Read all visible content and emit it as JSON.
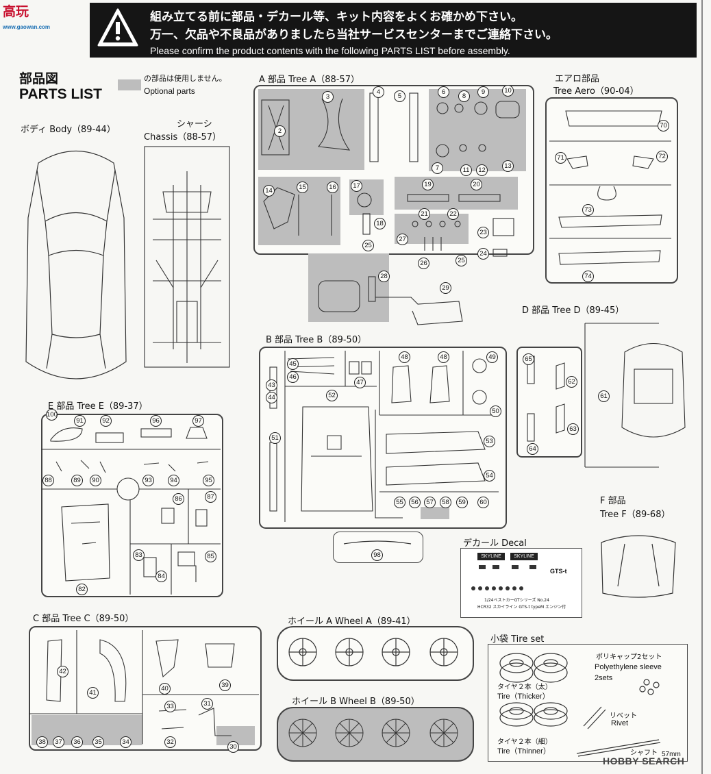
{
  "watermark_top": "高玩",
  "watermark_top_url": "www.gaowan.com",
  "banner": {
    "line1": "組み立てる前に部品・デカール等、キット内容をよくお確かめ下さい。",
    "line2": "万一、欠品や不良品がありましたら当社サービスセンターまでご連絡下さい。",
    "line3": "Please confirm the product contents with the following PARTS LIST before assembly."
  },
  "header": {
    "title_jp": "部品図",
    "title_en": "PARTS LIST",
    "optional_jp": "の部品は使用しません。",
    "optional_en": "Optional parts"
  },
  "trees": {
    "body": "ボディ Body（89-44）",
    "chassis_jp": "シャーシ",
    "chassis": "Chassis（88-57）",
    "a": "A 部品 Tree A（88-57）",
    "aero_jp": "エアロ部品",
    "aero": "Tree Aero（90-04）",
    "b": "B 部品 Tree B（89-50）",
    "d": "D 部品 Tree D（89-45）",
    "e": "E 部品 Tree E（89-37）",
    "f_jp": "F 部品",
    "f": "Tree F（89-68）",
    "c": "C 部品 Tree C（89-50）",
    "wheel_a": "ホイール A  Wheel A（89-41）",
    "wheel_b": "ホイール B Wheel B（89-50）",
    "decal": "デカール Decal",
    "tire_set": "小袋 Tire set"
  },
  "decal_sheet": {
    "brand1": "SKYLINE",
    "brand2": "SKYLINE",
    "logo": "GTS-t",
    "caption1": "1/24ベストカーGTシリーズ No.24",
    "caption2": "HCR32 スカイライン GTS-t typeM エンジン付"
  },
  "tire_set": {
    "sleeve_jp": "ポリキャップ2セット",
    "sleeve_en": "Polyethylene sleeve",
    "sleeve_en2": "2sets",
    "thick_jp": "タイヤ２本（太）",
    "thick_en": "Tire（Thicker）",
    "rivet_jp": "リベット",
    "rivet_en": "Rivet",
    "thin_jp": "タイヤ２本（細）",
    "thin_en": "Tire（Thinner）",
    "shaft_jp": "シャフト",
    "shaft_len": "57mm"
  },
  "watermark_bottom": "HOBBY SEARCH",
  "colors": {
    "banner": "#151515",
    "optional_gray": "#bdbdbd",
    "line": "#333333",
    "watermark_red": "#c8102e"
  }
}
